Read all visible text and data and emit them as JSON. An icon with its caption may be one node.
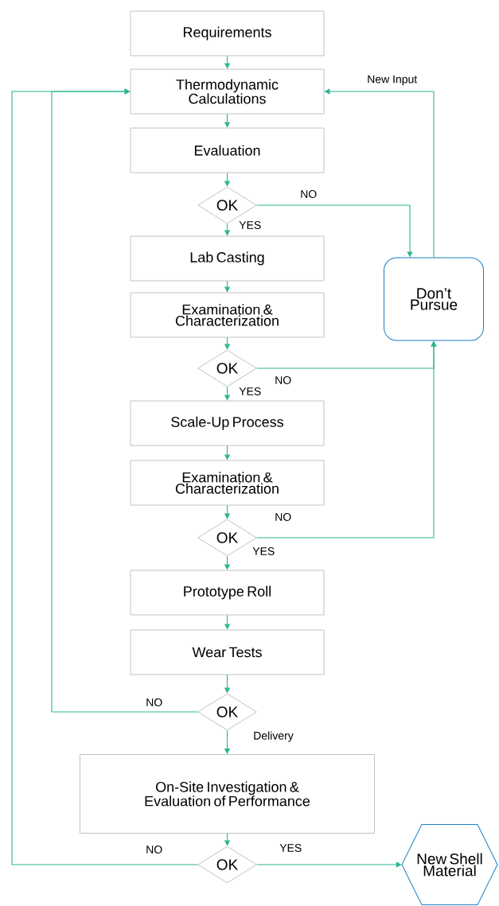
{
  "diagram": {
    "nodes": [
      {
        "text": [
          "Requirements"
        ]
      },
      {
        "text": [
          "Thermodynamic Calculations"
        ]
      },
      {
        "text": [
          "Evaluation"
        ]
      },
      {
        "text": [
          "OK"
        ]
      },
      {
        "text": [
          "Lab Casting"
        ]
      },
      {
        "text": [
          "Examination & Characterization"
        ]
      },
      {
        "text": [
          "OK"
        ]
      },
      {
        "text": [
          "Scale-Up Process"
        ]
      },
      {
        "text": [
          "Examination & Characterization"
        ]
      },
      {
        "text": [
          "OK"
        ]
      },
      {
        "text": [
          "Prototype Roll"
        ]
      },
      {
        "text": [
          "Wear Tests"
        ]
      },
      {
        "text": [
          "OK"
        ]
      },
      {
        "text": [
          "On-Site Investigation & Evaluation of Performance"
        ]
      },
      {
        "text": [
          "OK"
        ]
      },
      {
        "text": [
          "Don’t Pursue"
        ]
      },
      {
        "text": [
          "New Shell Material"
        ]
      }
    ],
    "edges": [
      {
        "from": 0,
        "to": 1,
        "arrow": "to"
      },
      {
        "from": 1,
        "to": 2,
        "arrow": "to"
      },
      {
        "from": 2,
        "to": 3,
        "arrow": "to"
      },
      {
        "from": 3,
        "to": 4,
        "arrow": "to",
        "label": "YES"
      },
      {
        "from": 4,
        "to": 5,
        "arrow": "to"
      },
      {
        "from": 5,
        "to": 6,
        "arrow": "to"
      },
      {
        "from": 6,
        "to": 7,
        "arrow": "to",
        "label": "YES"
      },
      {
        "from": 7,
        "to": 8,
        "arrow": "to"
      },
      {
        "from": 8,
        "to": 9,
        "arrow": "to"
      },
      {
        "from": 9,
        "to": 10,
        "arrow": "to",
        "label": "YES"
      },
      {
        "from": 10,
        "to": 11,
        "arrow": "to"
      },
      {
        "from": 11,
        "to": 12,
        "arrow": "to"
      },
      {
        "from": 12,
        "to": 13,
        "arrow": "to",
        "label": "Delivery"
      },
      {
        "from": 13,
        "to": 14,
        "arrow": "to"
      },
      {
        "from": 14,
        "to": 16,
        "arrow": "to",
        "label": "YES"
      },
      {
        "from": 3,
        "to": 15,
        "arrow": "to",
        "label": "NO"
      },
      {
        "from": 6,
        "to": 15,
        "arrow": "to",
        "label": "NO"
      },
      {
        "from": 9,
        "to": 15,
        "arrow": "to",
        "label": "NO"
      },
      {
        "from": 15,
        "to": 1,
        "arrow": "to",
        "label": "New Input"
      },
      {
        "from": 12,
        "to": 1,
        "arrow": "to",
        "label": "NO"
      },
      {
        "from": 14,
        "to": 1,
        "arrow": "to",
        "label": "NO"
      }
    ]
  }
}
